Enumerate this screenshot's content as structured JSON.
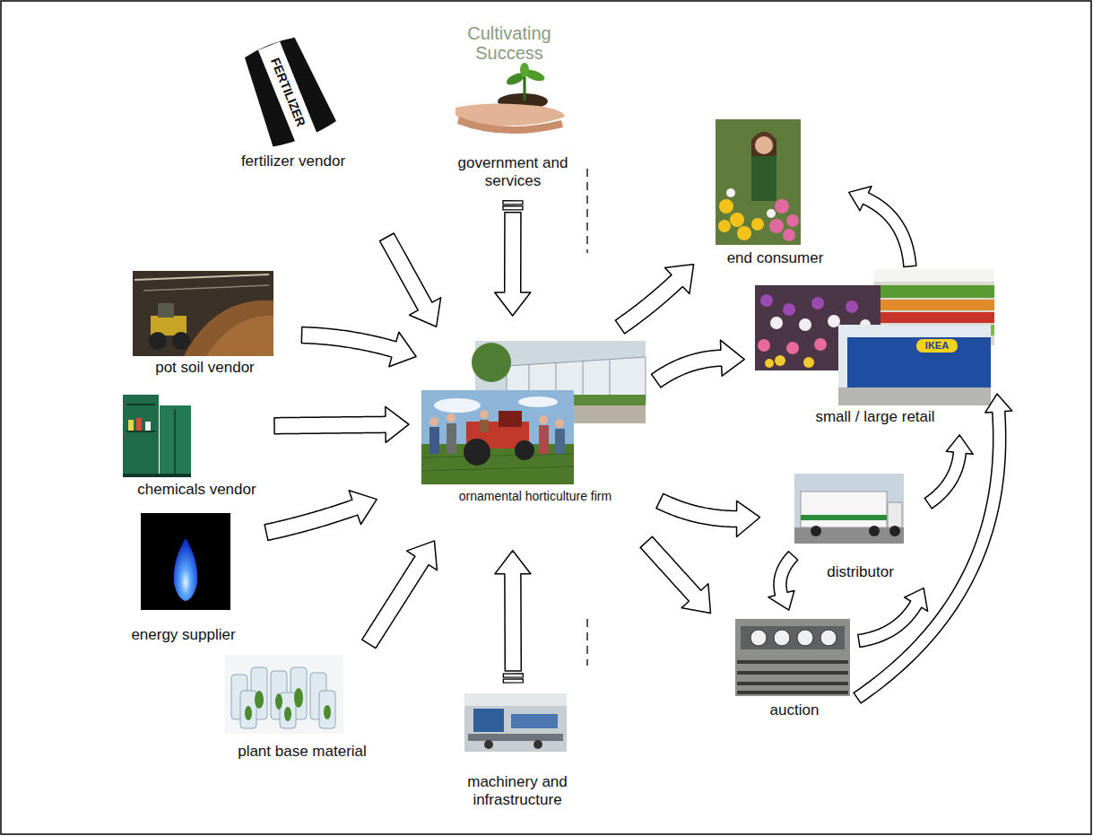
{
  "diagram": {
    "nodes": [
      {
        "text": [
          "government and services"
        ]
      },
      {
        "text": [
          "fertilizer vendor"
        ]
      },
      {
        "text": [
          "pot soil vendor"
        ]
      },
      {
        "text": [
          "chemicals vendor"
        ]
      },
      {
        "text": [
          "energy supplier"
        ]
      },
      {
        "text": [
          "plant base material"
        ]
      },
      {
        "text": [
          "machinery and infrastructure"
        ]
      },
      {
        "text": [
          "ornamental horticulture firm"
        ]
      },
      {
        "text": [
          "end consumer"
        ]
      },
      {
        "text": [
          "small / large retail"
        ]
      },
      {
        "text": [
          "distributor"
        ]
      },
      {
        "text": [
          "auction"
        ]
      }
    ],
    "edges": [
      {
        "from": 1,
        "to": 7,
        "arrow": "to"
      },
      {
        "from": 2,
        "to": 7,
        "arrow": "to"
      },
      {
        "from": 3,
        "to": 7,
        "arrow": "to"
      },
      {
        "from": 4,
        "to": 7,
        "arrow": "to"
      },
      {
        "from": 5,
        "to": 7,
        "arrow": "to"
      },
      {
        "from": 0,
        "to": 7,
        "arrow": "to"
      },
      {
        "from": 6,
        "to": 7,
        "arrow": "to"
      },
      {
        "from": 7,
        "to": 8,
        "arrow": "to"
      },
      {
        "from": 7,
        "to": 9,
        "arrow": "to"
      },
      {
        "from": 7,
        "to": 10,
        "arrow": "to"
      },
      {
        "from": 7,
        "to": 11,
        "arrow": "to"
      },
      {
        "from": 9,
        "to": 8,
        "arrow": "to"
      },
      {
        "from": 10,
        "to": 11,
        "arrow": "to"
      },
      {
        "from": 11,
        "to": 10,
        "arrow": "to"
      },
      {
        "from": 10,
        "to": 9,
        "arrow": "to"
      },
      {
        "from": 11,
        "to": 9,
        "arrow": "to"
      }
    ],
    "labels": [
      "Cultivating Success",
      "FERTILIZER",
      "IKEA"
    ]
  }
}
